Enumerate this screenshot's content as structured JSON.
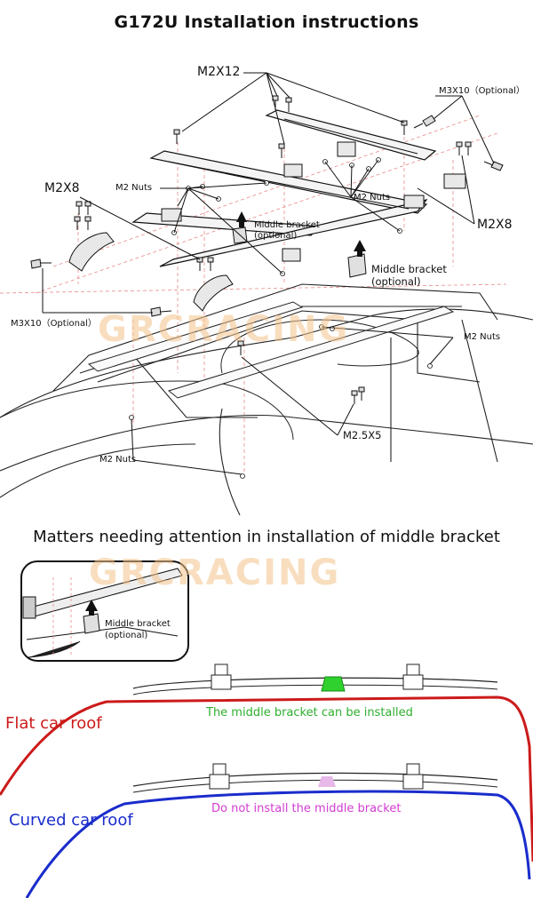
{
  "title": "G172U Installation instructions",
  "watermark": "GRCRACING",
  "labels": {
    "m2x12": "M2X12",
    "m3x10_optional_top": "M3X10（Optional）",
    "m2x8_left": "M2X8",
    "m2_nuts_upper_left": "M2 Nuts",
    "m2_nuts_upper_center": "M2 Nuts",
    "m2x8_right": "M2X8",
    "middle_bracket_small_line1": "Middle bracket",
    "middle_bracket_small_line2": "(optional)",
    "middle_bracket_large_line1": "Middle bracket",
    "middle_bracket_large_line2": "(optional)",
    "m3x10_optional_left": "M3X10（Optional）",
    "m2_nuts_right": "M2 Nuts",
    "m2_5x5": "M2.5X5",
    "m2_nuts_lower_left": "M2 Nuts"
  },
  "section": {
    "title": "Matters needing attention in installation of middle bracket",
    "inset_label_line1": "Middle bracket",
    "inset_label_line2": "(optional)",
    "flat_roof_label": "Flat car roof",
    "flat_roof_note": "The middle bracket can be installed",
    "curved_roof_label": "Curved car roof",
    "curved_roof_note": "Do not install the middle bracket"
  },
  "colors": {
    "flat_roof": "#cc1a1a",
    "curved_roof": "#1a2ccc",
    "ok_note": "#2fae2f",
    "no_note": "#d23cd2",
    "watermark": "#f3c48c"
  }
}
